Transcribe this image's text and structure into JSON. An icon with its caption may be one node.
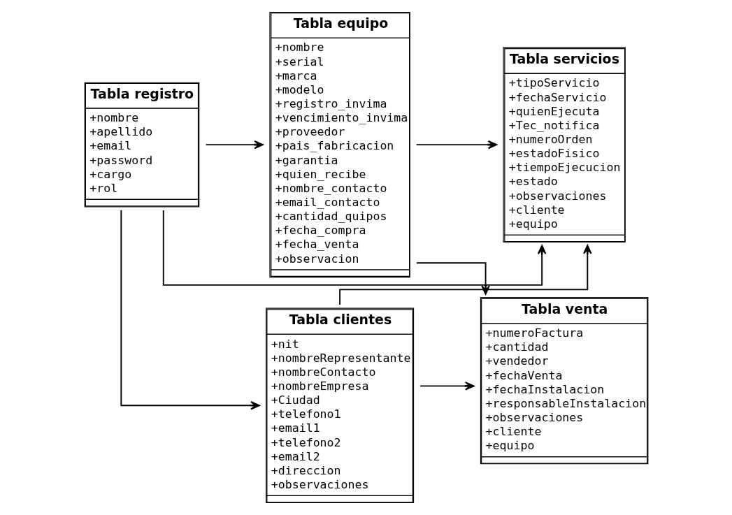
{
  "diagram": {
    "nodes": [
      {
        "text": [
          "Tabla clientes",
          "+nit",
          "+nombreRepresentante",
          "+nombreContacto",
          "+nombreEmpresa",
          "+Ciudad",
          "+telefono1",
          "+email1",
          "+telefono2",
          "+email2",
          "+direccion",
          "+observaciones"
        ]
      },
      {
        "text": [
          "Tabla equipo",
          "+nombre",
          "+serial",
          "+marca",
          "+modelo",
          "+registro_invima",
          "+vencimiento_invima",
          "+proveedor",
          "+pais_fabricacion",
          "+garantia",
          "+quien_recibe",
          "+nombre_contacto",
          "+email_contacto",
          "+cantidad_quipos",
          "+fecha_compra",
          "+fecha_venta",
          "+observacion"
        ]
      },
      {
        "text": [
          "Tabla servicios",
          "+tipoServicio",
          "+fechaServicio",
          "+quienEjecuta",
          "+Tec_notifica",
          "+numeroOrden",
          "+estadoFisico",
          "+tiempoEjecucion",
          "+estado",
          "+observaciones",
          "+cliente",
          "+equipo"
        ]
      },
      {
        "text": [
          "Tabla venta",
          "+numeroFactura",
          "+cantidad",
          "+vendedor",
          "+fechaVenta",
          "+fechaInstalacion",
          "+responsableInstalacion",
          "+observaciones",
          "+cliente",
          "+equipo"
        ]
      },
      {
        "text": [
          "Tabla registro",
          "+nombre",
          "+apellido",
          "+email",
          "+password",
          "+cargo",
          "+rol"
        ]
      }
    ],
    "edges": [
      {
        "from": 0,
        "to": 2,
        "arrow": "to"
      },
      {
        "from": 1,
        "to": 2,
        "arrow": "to"
      },
      {
        "from": 4,
        "to": 2,
        "arrow": "to"
      },
      {
        "from": 4,
        "to": 0,
        "arrow": "to"
      },
      {
        "from": 4,
        "to": 1,
        "arrow": "to"
      },
      {
        "from": 1,
        "to": 3,
        "arrow": "to"
      },
      {
        "from": 0,
        "to": 3,
        "arrow": "to"
      }
    ]
  }
}
